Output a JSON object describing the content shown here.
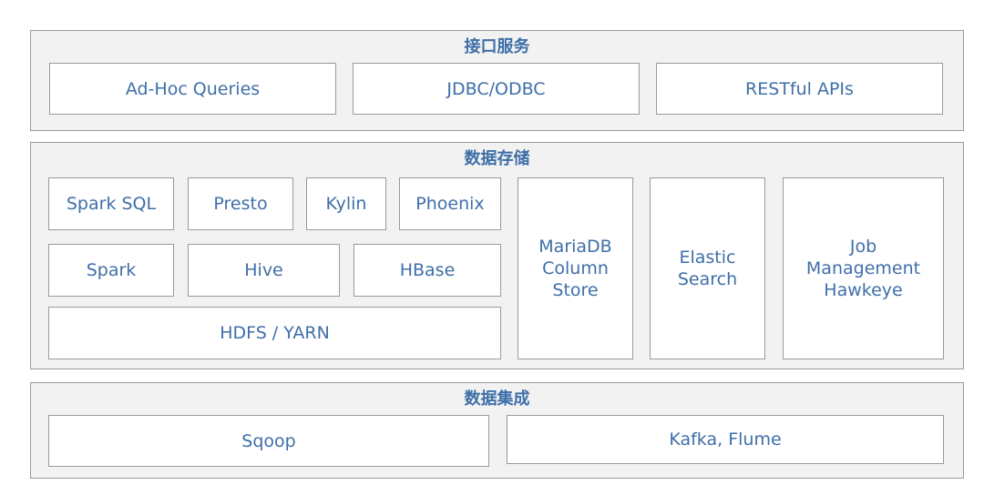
{
  "interface_layer": {
    "title": "接口服务",
    "items": [
      "Ad-Hoc Queries",
      "JDBC/ODBC",
      "RESTful APIs"
    ]
  },
  "storage_layer": {
    "title": "数据存储",
    "query_engines": [
      "Spark SQL",
      "Presto",
      "Kylin",
      "Phoenix"
    ],
    "compute": [
      "Spark",
      "Hive",
      "HBase"
    ],
    "base": "HDFS / YARN",
    "mariadb": "MariaDB\nColumn\nStore",
    "elastic": "Elastic\nSearch",
    "job": "Job\nManagement\nHawkeye"
  },
  "integration_layer": {
    "title": "数据集成",
    "items": [
      "Sqoop",
      "Kafka, Flume"
    ]
  },
  "colors": {
    "text": "#3f6fa8",
    "border": "#9a9a9a",
    "layer_bg": "#f2f2f2"
  }
}
